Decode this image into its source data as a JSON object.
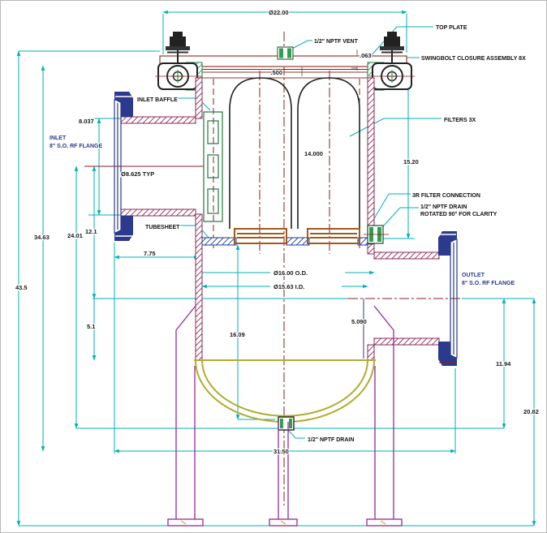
{
  "colors": {
    "dimension_lines": "#00b0b5",
    "centerlines": "#8b1f1f",
    "shell_hatch": "#8e2b57",
    "tubesheet_hatch": "#1e3c96",
    "flange_blue": "#2b3a8c",
    "fitting_green": "#2e9e4f",
    "collar_brown": "#a05a1e",
    "head_olive": "#b3ab2e",
    "legs_purple": "#9b3aa0"
  },
  "labels": {
    "vent": "1/2\" NPTF VENT",
    "top_plate": "TOP PLATE",
    "swingbolt": "SWINGBOLT CLOSURE ASSEMBLY 8X",
    "inlet_baffle": "INLET BAFFLE",
    "filters": "FILTERS 3X",
    "filter_connection": "3R FILTER CONNECTION",
    "drain_rotated_line1": "1/2\" NPTF DRAIN",
    "drain_rotated_line2": "ROTATED 90° FOR CLARITY",
    "tubesheet": "TUBESHEET",
    "inlet_line1": "INLET",
    "inlet_line2": "8\" S.O. RF FLANGE",
    "outlet_line1": "OUTLET",
    "outlet_line2": "8\" S.O. RF FLANGE",
    "bottom_drain": "1/2\" NPTF DRAIN"
  },
  "dims": {
    "top_plate_dia": "Ø22.00",
    "plate_thickness": ".500",
    "gasket_gap": ".063",
    "inlet_drop": "8.037",
    "pipe_od": "Ø8.625 TYP",
    "filter_length": "14.000",
    "chamber_height": "15.20",
    "h_34_63": "34.63",
    "h_24_01": "24.01",
    "h_12_1": "12.1",
    "tubesheet_offset": "7.75",
    "h_43_5": "43.5",
    "shell_od": "Ø16.00 O.D.",
    "shell_id": "Ø15.63 I.D.",
    "lower_height": "16.09",
    "head_depth": "5.090",
    "h_5_1": "5.1",
    "outlet_height": "11.94",
    "outlet_to_base": "20.82",
    "flange_span": "31.50"
  }
}
